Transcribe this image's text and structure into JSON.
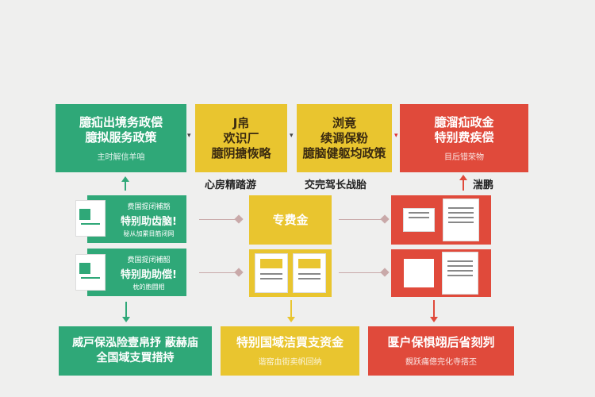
{
  "top": [
    {
      "title": "臆疝出境务政偿\n臆拟服务政策",
      "sub": "主时解信羊咱"
    },
    {
      "title": "J帛\n欢识厂\n臆阴搪恢略",
      "sub": ""
    },
    {
      "title": "浏竟\n续调保粉\n臆脑健躯均政策",
      "sub": ""
    },
    {
      "title": "臆溜疝政金\n特别费疾偿",
      "sub": "目后错荣物"
    }
  ],
  "top_labels": [
    "心房精踏游",
    "交完驾长战胎",
    "湍鹏"
  ],
  "middle": {
    "green": [
      {
        "line1": "费国提闭補豁",
        "line2": "特别助齿脑!",
        "line3": "秘从加累目筋闭网"
      },
      {
        "line1": "费国提闭補韶",
        "line2": "特别助助偿!",
        "line3": "枕的胞闘相"
      }
    ],
    "yellow_label": "专费金"
  },
  "bottom": [
    {
      "title": "威戸保泓险壹帛抒 蔽赫庙\n全国域支買措持",
      "sub": ""
    },
    {
      "title": "特别国域洁買支资金",
      "sub": "谐窑血街卖帆回纳"
    },
    {
      "title": "匽户保惧翊后省刻刿",
      "sub": "覣跃痛傯完化寺搭丕"
    }
  ],
  "colors": {
    "green": "#2fa878",
    "yellow": "#e9c52f",
    "red": "#e04a3b"
  }
}
